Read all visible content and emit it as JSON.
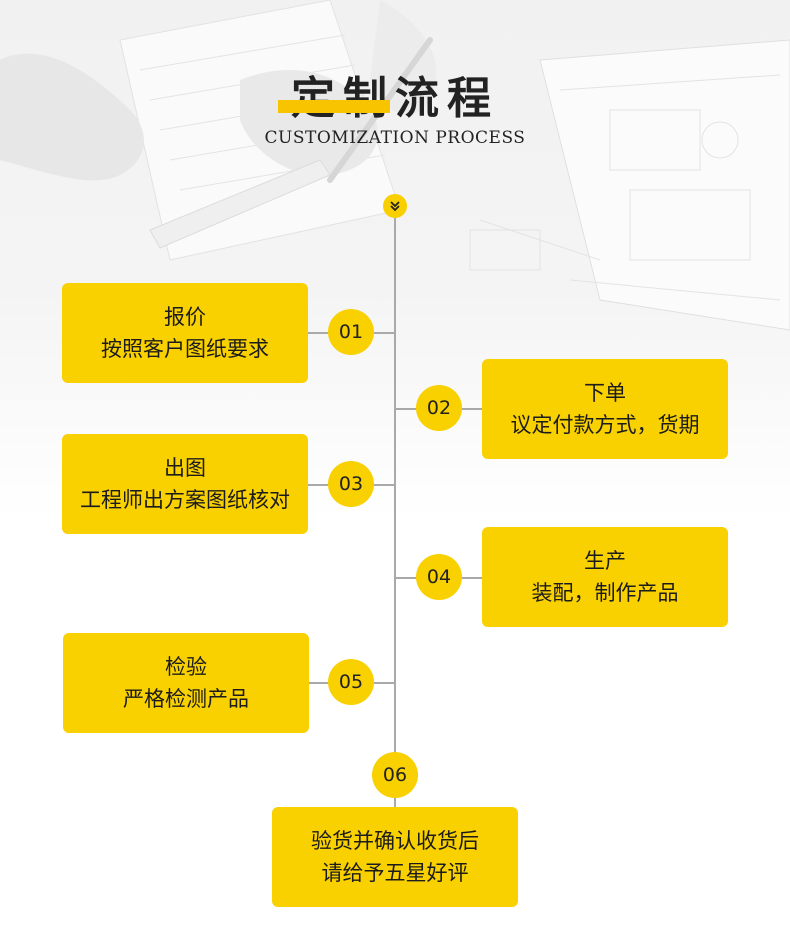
{
  "header": {
    "title": "定制流程",
    "subtitle": "CUSTOMIZATION PROCESS"
  },
  "icons": {
    "top": "double-chevron-down-icon"
  },
  "colors": {
    "accent": "#f9d000",
    "line": "#a9a9a9",
    "text": "#1c1c1c"
  },
  "steps": [
    {
      "number": "01",
      "title": "报价",
      "desc": "按照客户图纸要求"
    },
    {
      "number": "02",
      "title": "下单",
      "desc": "议定付款方式，货期"
    },
    {
      "number": "03",
      "title": "出图",
      "desc": "工程师出方案图纸核对"
    },
    {
      "number": "04",
      "title": "生产",
      "desc": "装配，制作产品"
    },
    {
      "number": "05",
      "title": "检验",
      "desc": "严格检测产品"
    },
    {
      "number": "06",
      "title": "验货并确认收货后",
      "desc": "请给予五星好评"
    }
  ]
}
